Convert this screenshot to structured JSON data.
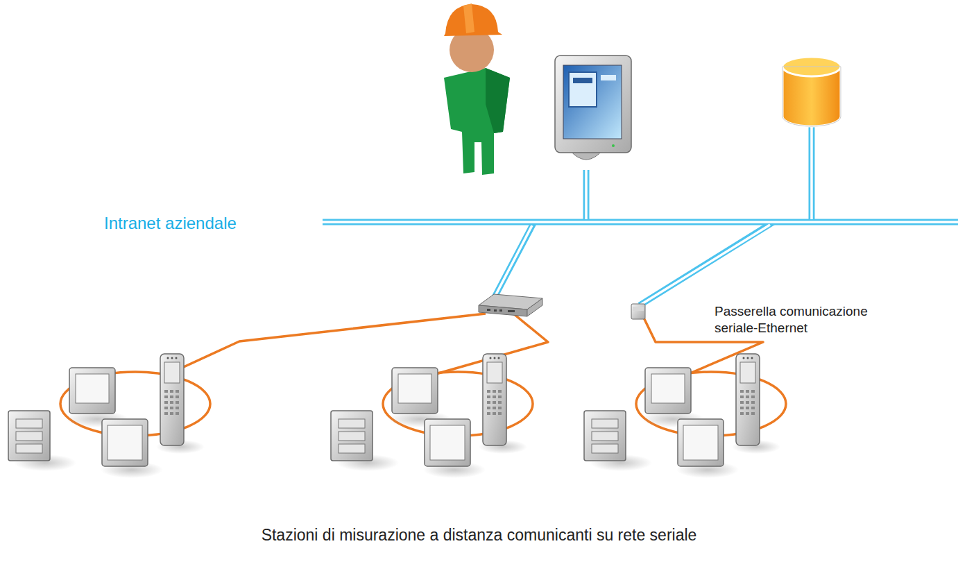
{
  "diagram": {
    "caption": "Stazioni di misurazione a distanza comunicanti su rete seriale",
    "labels": [
      "Intranet aziendale",
      "Passerella comunicazione seriale-Ethernet"
    ]
  }
}
